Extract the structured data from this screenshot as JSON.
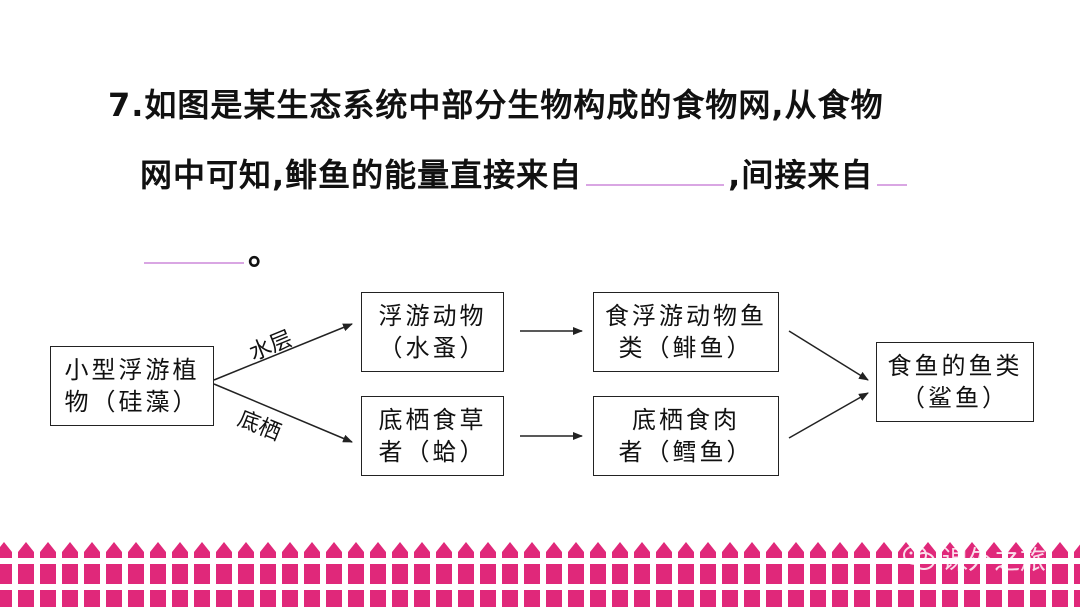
{
  "question": {
    "number": "7.",
    "line1": "如图是某生态系统中部分生物构成的食物网,从食物",
    "line2_prefix": "网中可知,鲱鱼的能量直接来自",
    "line2_middle": ",间接来自",
    "line3_end": "。"
  },
  "diagram": {
    "nodes": {
      "producer": {
        "line1": "小型浮游植",
        "line2": "物（硅藻）"
      },
      "zooplankton": {
        "line1": "浮游动物",
        "line2": "（水蚤）"
      },
      "plankton_fish": {
        "line1": "食浮游动物鱼",
        "line2": "类（鲱鱼）"
      },
      "benthic_herbivore": {
        "line1": "底栖食草",
        "line2": "者（蛤）"
      },
      "benthic_carnivore": {
        "line1": "底栖食肉",
        "line2": "者（鳕鱼）"
      },
      "top_predator": {
        "line1": "食鱼的鱼类",
        "line2": "（鲨鱼）"
      }
    },
    "edge_labels": {
      "upper": "水层",
      "lower": "底栖"
    }
  },
  "footer": {
    "colors": {
      "pink": "#e0287a",
      "white": "#ffffff"
    },
    "watermark": "课外之旅",
    "watermark_icon": "wechat-icon"
  }
}
